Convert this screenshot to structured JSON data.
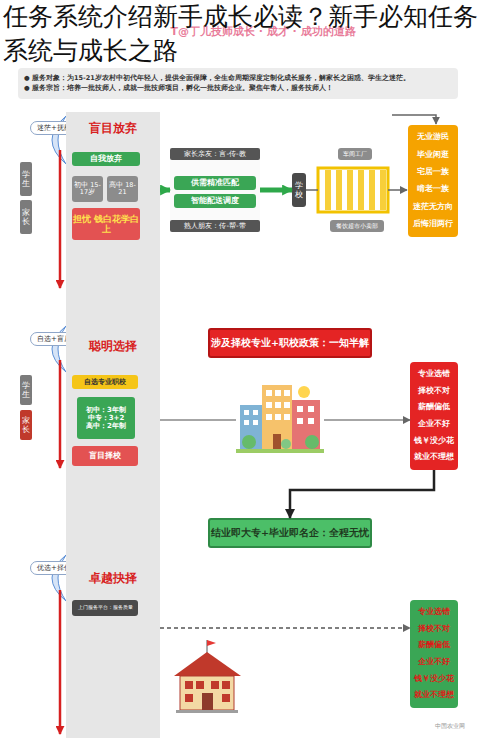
{
  "diagram": {
    "title": "任务系统介绍新手成长必读？新手必知任务系统与成长之路",
    "nodes": [
      {
        "text": [
          "● 服务对象：为15-21岁农村中初代年轻人，提供全面保障，全生命周期深度定制化成长服务，解家长之困惑、学生之迷茫。",
          "● 服务宗旨：培养一批技师人，成就一批技师项目，孵化一批技师企业。聚焦年青人，服务技师人！"
        ]
      },
      {
        "text": [
          "迷茫+抚慰"
        ]
      },
      {
        "text": [
          "学生"
        ]
      },
      {
        "text": [
          "家长"
        ]
      },
      {
        "text": [
          "盲目放弃"
        ]
      },
      {
        "text": [
          "自我放弃"
        ],
        "in": 4
      },
      {
        "text": [
          "初中 15-17岁"
        ],
        "in": 4
      },
      {
        "text": [
          "高中 18-21"
        ],
        "in": 4
      },
      {
        "text": [
          "担忧 钱白花学白上"
        ],
        "in": 4
      },
      {
        "text": [
          "家长亲友：言-传-教",
          "熟人朋友：传-帮-带"
        ]
      },
      {
        "text": [
          "供需精准匹配"
        ],
        "in": 9
      },
      {
        "text": [
          "智能配送调度"
        ],
        "in": 9
      },
      {
        "text": [
          "学校"
        ]
      },
      {
        "text": [
          "车间工厂"
        ]
      },
      {
        "text": [
          "餐饮超市小卖部"
        ]
      },
      {
        "text": [
          "无业游民",
          "毕业闲逛",
          "宅居一族",
          "啃老一族",
          "迷茫无方向",
          "后悔泪两行"
        ]
      },
      {
        "text": [
          "自选+盲从"
        ]
      },
      {
        "text": [
          "学生"
        ]
      },
      {
        "text": [
          "家长"
        ]
      },
      {
        "text": [
          "聪明选择"
        ]
      },
      {
        "text": [
          "自选专业职校"
        ],
        "in": 19
      },
      {
        "text": [
          "初中：3年制",
          "中专：3+2",
          "高中：2年制"
        ],
        "in": 19
      },
      {
        "text": [
          "盲目择校"
        ],
        "in": 19
      },
      {
        "text": [
          "涉及择校专业+职校政策：一知半解"
        ]
      },
      {
        "text": [
          "专业选错",
          "择校不对",
          "薪酬偏低",
          "企业不好",
          "钱￥没少花",
          "就业不理想"
        ]
      },
      {
        "text": [
          "结业即大专+毕业即名企：全程无忧"
        ]
      },
      {
        "text": [
          "优选+择优"
        ]
      },
      {
        "text": [
          "卓越抉择"
        ]
      },
      {
        "text": [
          "上门服务平台：服务质量"
        ],
        "in": 27
      },
      {
        "text": [
          "专业选错",
          "择校不对",
          "薪酬偏低",
          "企业不好",
          "钱￥没少花",
          "就业不理想"
        ]
      }
    ],
    "edges": [
      {
        "from": 4,
        "to": 9,
        "arrow": "to"
      },
      {
        "from": 9,
        "to": 12,
        "arrow": "to"
      },
      {
        "from": 19,
        "to": 24,
        "arrow": "to"
      },
      {
        "from": 24,
        "to": 25,
        "arrow": "to"
      },
      {
        "from": 27,
        "to": 29,
        "arrow": "to"
      }
    ],
    "labels": [
      "T@丁儿技师成长 · 成才 · 成功的道路",
      "中国农业网"
    ]
  }
}
